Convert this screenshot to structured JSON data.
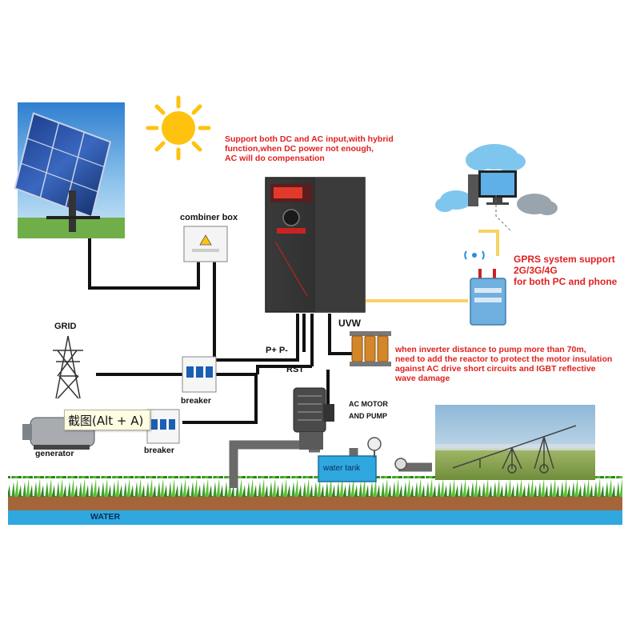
{
  "labels": {
    "combiner_box": "combiner box",
    "grid": "GRID",
    "breaker_1": "breaker",
    "breaker_2": "breaker",
    "generator": "generator",
    "pp": "P+  P-",
    "rst": "RST",
    "uvw": "UVW",
    "ac_motor_line1": "AC MOTOR",
    "ac_motor_line2": "AND PUMP",
    "water_tank": "water tank",
    "water": "WATER",
    "tooltip": "截图(Alt + A)"
  },
  "notes": {
    "hybrid": [
      "Support both DC and AC input,with hybrid",
      "function,when DC power not enough,",
      "AC will do compensation"
    ],
    "gprs": [
      "GPRS system support",
      "2G/3G/4G",
      "for both PC and phone"
    ],
    "reactor": [
      "when inverter distance to pump more than 70m,",
      "need to add the reactor to protect the motor insulation",
      "against AC drive short circuits and IGBT reflective",
      "wave damage"
    ]
  },
  "colors": {
    "wire": "#111111",
    "signal_line": "#f5d463",
    "note_red": "#e02020",
    "water_blue": "#2fa8df",
    "soil_brown": "#a5653a",
    "grass_green": "#3d9a2a",
    "sun_yellow": "#ffc20e",
    "cloud_blue": "#7fc6ee"
  }
}
